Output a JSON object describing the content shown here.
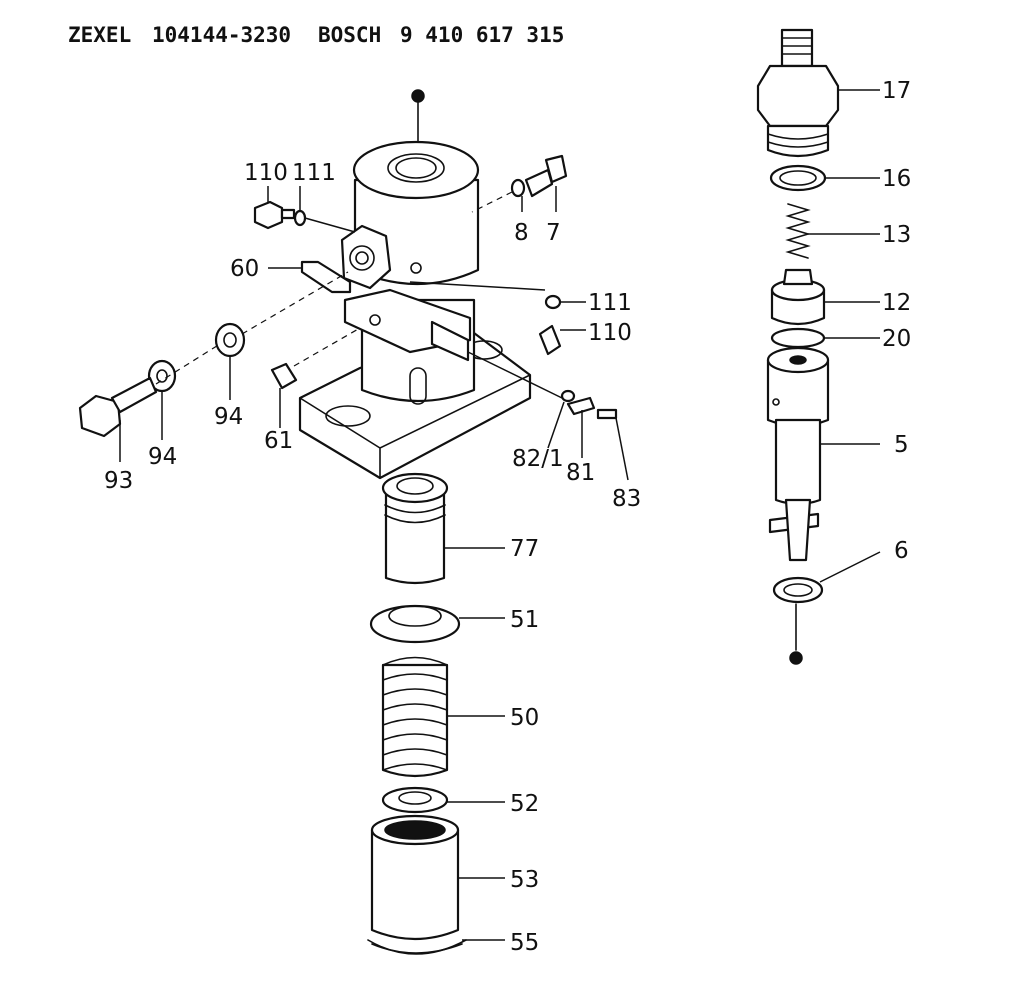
{
  "header": {
    "brand1": "ZEXEL",
    "part_no_1": "104144-3230",
    "brand2": "BOSCH",
    "part_no_2": "9 410 617 315"
  },
  "callouts": {
    "c17": "17",
    "c16": "16",
    "c13": "13",
    "c12": "12",
    "c20": "20",
    "c5": "5",
    "c6": "6",
    "c110a": "110",
    "c111a": "111",
    "c8": "8",
    "c7": "7",
    "c60": "60",
    "c111b": "111",
    "c110b": "110",
    "c94a": "94",
    "c94b": "94",
    "c93": "93",
    "c61": "61",
    "c821": "82/1",
    "c81": "81",
    "c83": "83",
    "c77": "77",
    "c51": "51",
    "c50": "50",
    "c52": "52",
    "c53": "53",
    "c55": "55"
  }
}
